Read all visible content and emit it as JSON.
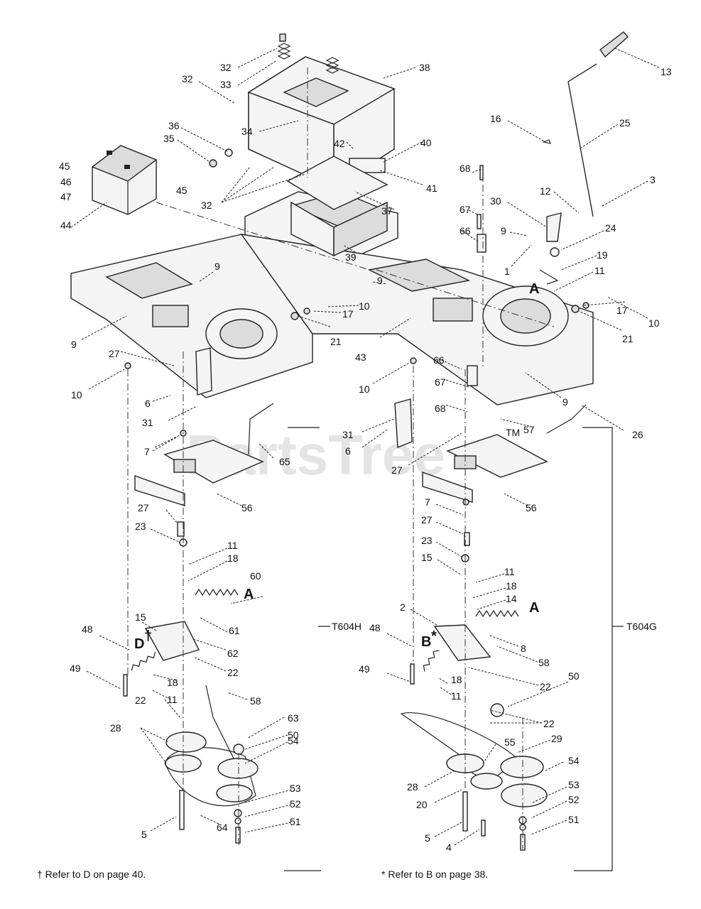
{
  "watermark": "PartsTree",
  "trademark": "TM",
  "labels": {
    "l13": "13",
    "l32a": "32",
    "l33": "33",
    "l38": "38",
    "l32b": "32",
    "l36": "36",
    "l35": "35",
    "l34": "34",
    "l42": "42",
    "l40": "40",
    "l16": "16",
    "l25": "25",
    "l45a": "45",
    "l46": "46",
    "l47": "47",
    "l45b": "45",
    "l32c": "32",
    "l37": "37",
    "l41": "41",
    "l68a": "68",
    "l3": "3",
    "l12": "12",
    "l30": "30",
    "l67a": "67",
    "l44": "44",
    "l66a": "66",
    "l9a": "9",
    "l24": "24",
    "l39": "39",
    "l19": "19",
    "l1": "1",
    "l11a": "11",
    "l9b": "9",
    "l9c": "9",
    "l10a": "10",
    "l10b": "10",
    "l17a": "17",
    "l21a": "21",
    "l17b": "17",
    "l21b": "21",
    "l9d": "9",
    "l27a": "27",
    "l43": "43",
    "l66b": "66",
    "l10c": "10",
    "l10d": "10",
    "l67b": "67",
    "l6a": "6",
    "l68b": "68",
    "l9e": "9",
    "l57": "57",
    "l26": "26",
    "l31a": "31",
    "l31b": "31",
    "l6b": "6",
    "l7a": "7",
    "l65": "65",
    "l27b": "27",
    "l56a": "56",
    "l56b": "56",
    "l7b": "7",
    "l27c": "27",
    "l27d": "27",
    "l23a": "23",
    "l23b": "23",
    "l15b": "15",
    "l11b": "11",
    "l18a": "18",
    "l60": "60",
    "l11c": "11",
    "l18b": "18",
    "l14": "14",
    "l2": "2",
    "l61": "61",
    "l15a": "15",
    "l48a": "48",
    "l62": "62",
    "l48b": "48",
    "l8": "8",
    "l58b": "58",
    "l49a": "49",
    "l22a": "22",
    "l18c": "18",
    "l49b": "49",
    "l18d": "18",
    "l11d": "11",
    "l11e": "11",
    "l22b": "22",
    "l50b": "50",
    "l22c": "22",
    "l58a": "58",
    "l63": "63",
    "l22d": "22",
    "l28a": "28",
    "l50a": "50",
    "l29": "29",
    "l54a": "54",
    "l55": "55",
    "l54b": "54",
    "l28b": "28",
    "l53a": "53",
    "l53b": "53",
    "l20": "20",
    "l52a": "52",
    "l52b": "52",
    "l5a": "5",
    "l64": "64",
    "l51a": "51",
    "l51b": "51",
    "l5b": "5",
    "l4": "4"
  },
  "callouts": {
    "A1": "A",
    "A2": "A",
    "A3": "A",
    "D": "D",
    "dagger": "†",
    "B": "B",
    "star": "*"
  },
  "references": {
    "t604h": "T604H",
    "t604g": "T604G"
  },
  "footnotes": {
    "left": "† Refer to D on page 40.",
    "right": "* Refer to B on page 38."
  }
}
